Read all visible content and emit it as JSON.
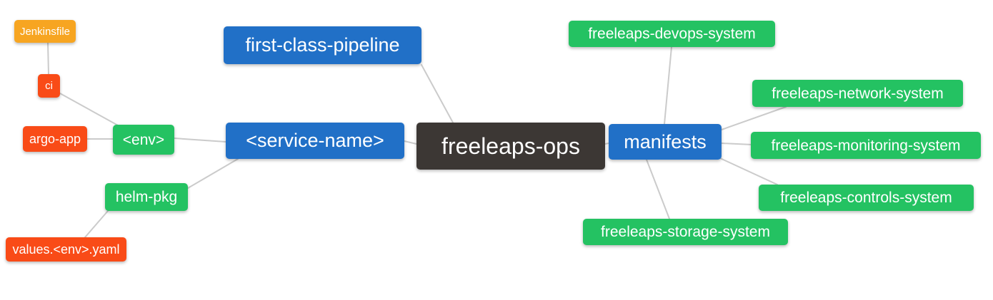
{
  "palette": {
    "blue": "#2170C7",
    "green": "#24C262",
    "red": "#F94B17",
    "orange": "#F7A521",
    "dark": "#3C3734",
    "edge": "#CBCBCB",
    "text": "#FFFFFF",
    "background": "#FFFFFF"
  },
  "diagram": {
    "type": "mindmap",
    "root": "freeleaps-ops",
    "nodes": [
      {
        "id": "jenkinsfile",
        "label": "Jenkinsfile",
        "color": "orange"
      },
      {
        "id": "ci",
        "label": "ci",
        "color": "red"
      },
      {
        "id": "argo-app",
        "label": "argo-app",
        "color": "red"
      },
      {
        "id": "env",
        "label": "<env>",
        "color": "green"
      },
      {
        "id": "first-class-pipeline",
        "label": "first-class-pipeline",
        "color": "blue"
      },
      {
        "id": "service-name",
        "label": "<service-name>",
        "color": "blue"
      },
      {
        "id": "freeleaps-ops",
        "label": "freeleaps-ops",
        "color": "dark"
      },
      {
        "id": "manifests",
        "label": "manifests",
        "color": "blue"
      },
      {
        "id": "helm-pkg",
        "label": "helm-pkg",
        "color": "green"
      },
      {
        "id": "values-env-yaml",
        "label": "values.<env>.yaml",
        "color": "red"
      },
      {
        "id": "freeleaps-devops-system",
        "label": "freeleaps-devops-system",
        "color": "green"
      },
      {
        "id": "freeleaps-network-system",
        "label": "freeleaps-network-system",
        "color": "green"
      },
      {
        "id": "freeleaps-monitoring-system",
        "label": "freeleaps-monitoring-system",
        "color": "green"
      },
      {
        "id": "freeleaps-controls-system",
        "label": "freeleaps-controls-system",
        "color": "green"
      },
      {
        "id": "freeleaps-storage-system",
        "label": "freeleaps-storage-system",
        "color": "green"
      }
    ],
    "edges": [
      [
        "Jenkinsfile",
        "ci"
      ],
      [
        "ci",
        "<env>"
      ],
      [
        "argo-app",
        "<env>"
      ],
      [
        "<env>",
        "<service-name>"
      ],
      [
        "helm-pkg",
        "<service-name>"
      ],
      [
        "values.<env>.yaml",
        "helm-pkg"
      ],
      [
        "first-class-pipeline",
        "freeleaps-ops"
      ],
      [
        "<service-name>",
        "freeleaps-ops"
      ],
      [
        "freeleaps-ops",
        "manifests"
      ],
      [
        "manifests",
        "freeleaps-devops-system"
      ],
      [
        "manifests",
        "freeleaps-network-system"
      ],
      [
        "manifests",
        "freeleaps-monitoring-system"
      ],
      [
        "manifests",
        "freeleaps-controls-system"
      ],
      [
        "manifests",
        "freeleaps-storage-system"
      ]
    ]
  }
}
